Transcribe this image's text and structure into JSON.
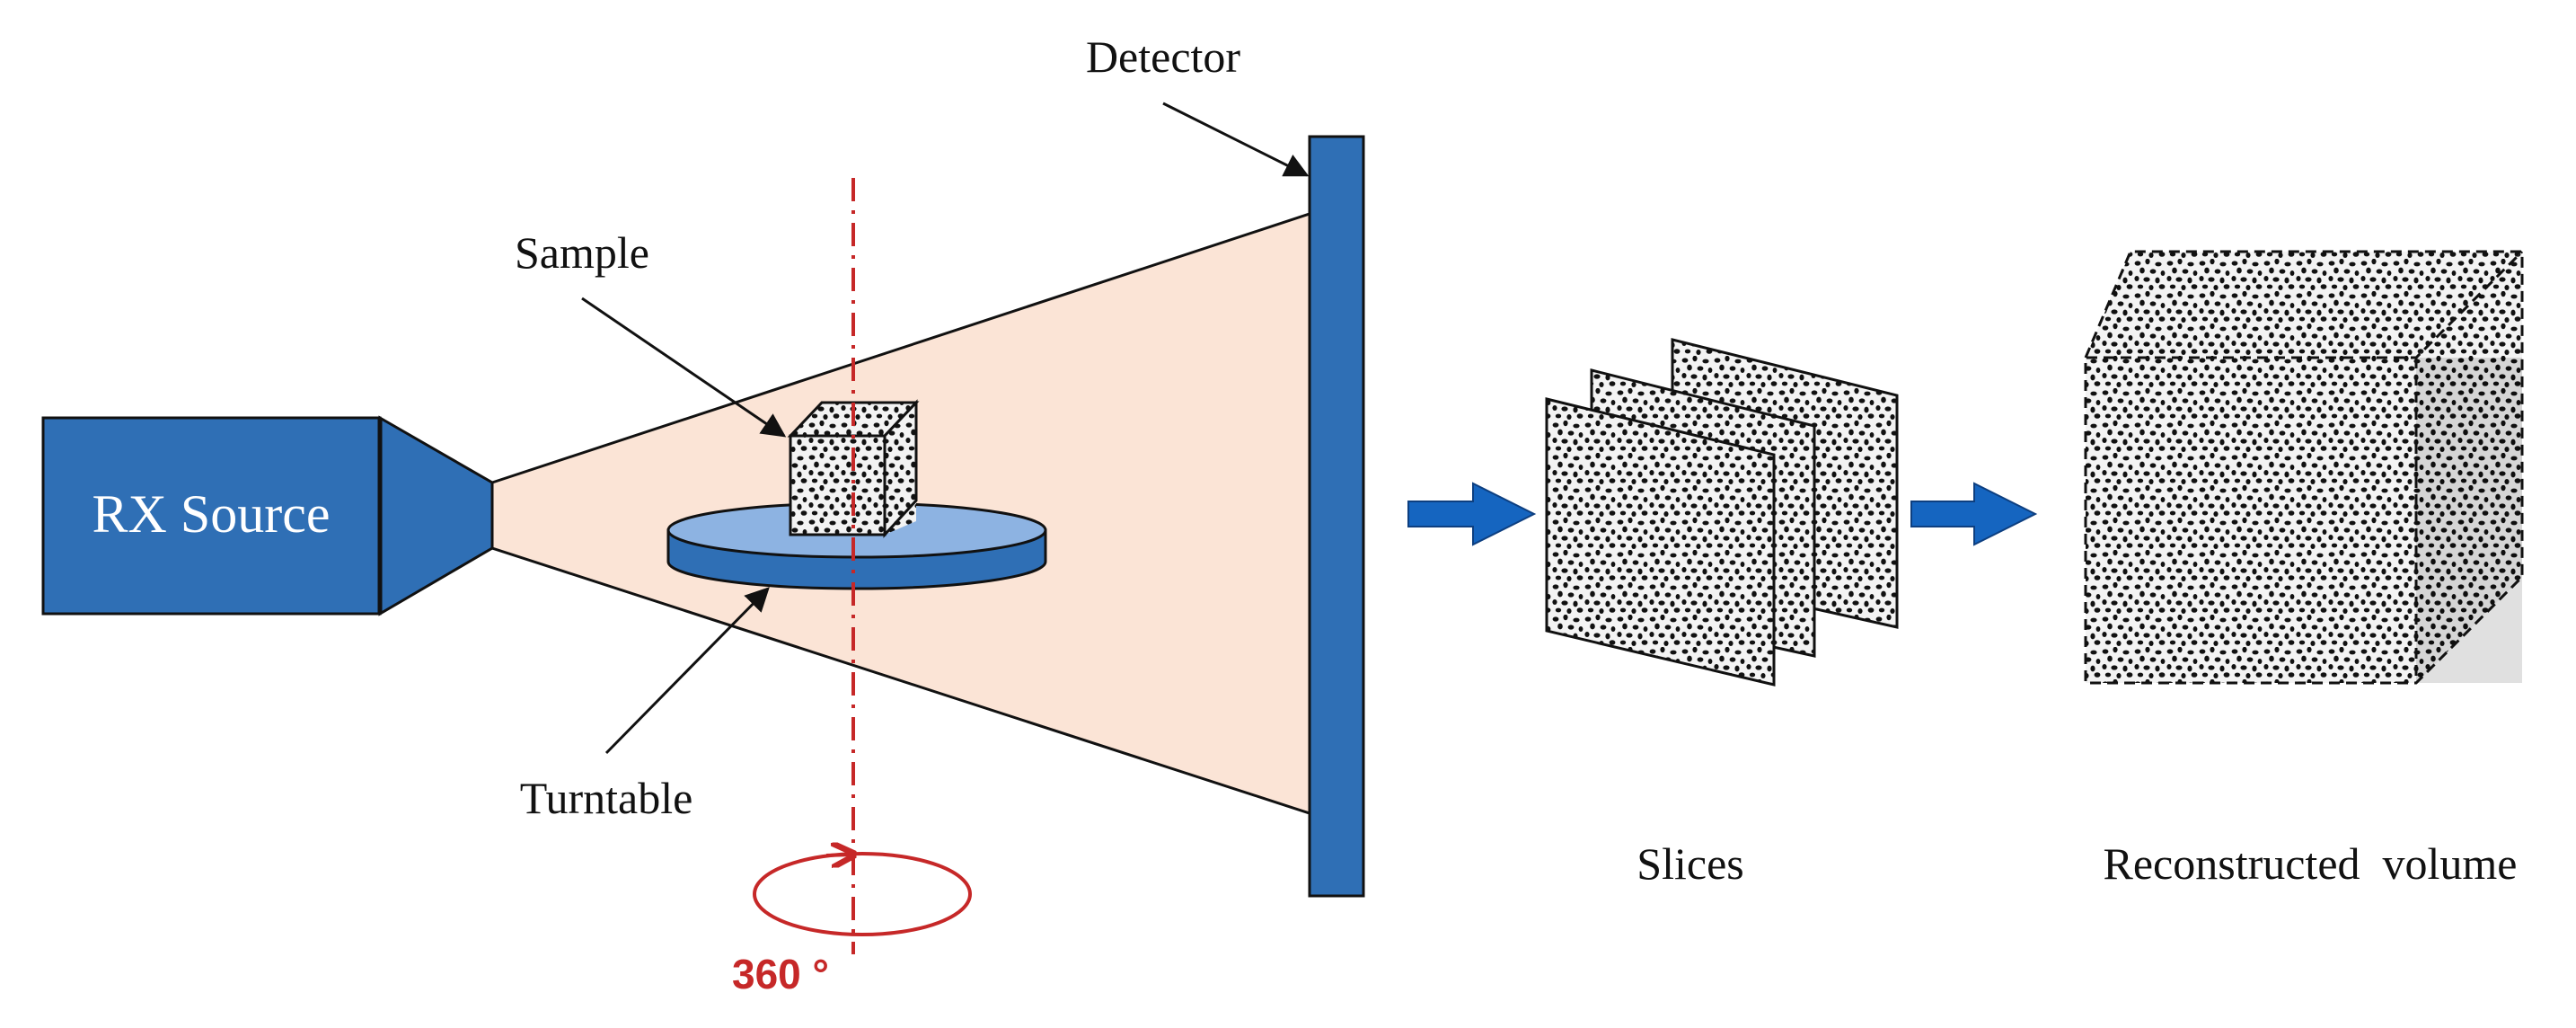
{
  "labels": {
    "source": "RX Source",
    "detector": "Detector",
    "sample": "Sample",
    "turntable": "Turntable",
    "slices": "Slices",
    "volume": "Reconstructed  volume",
    "angle": "360 °"
  },
  "colors": {
    "equipment_blue": "#2f6fb5",
    "turntable_top": "#8db3e2",
    "beam": "#fbe4d6",
    "axis_red": "#c62828",
    "arrow_blue": "#1565c0"
  },
  "icons": {
    "sample": "speckled-cube-icon",
    "slices": "stacked-slices-icon",
    "volume": "speckled-cube-icon",
    "rotation": "rotation-ellipse-icon"
  }
}
